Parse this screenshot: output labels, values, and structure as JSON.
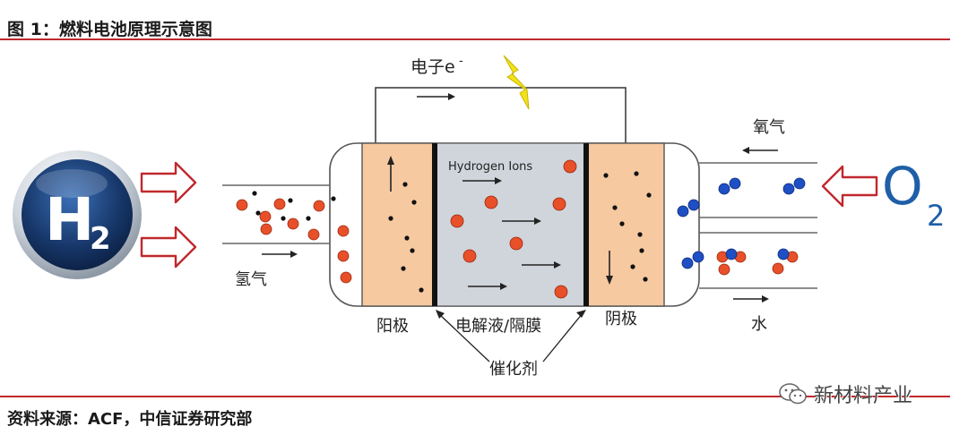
{
  "header": {
    "title": "图 1：燃料电池原理示意图"
  },
  "footer": {
    "source": "资料来源：ACF，中信证券研究部"
  },
  "watermark": {
    "text": "新材料产业"
  },
  "diagram": {
    "h2_badge": "H",
    "h2_sub": "2",
    "o2_label": "O",
    "o2_sub": "2",
    "electron_label": "电子e",
    "electron_sup": "-",
    "hydrogen_ions_label": "Hydrogen Ions",
    "oxygen_gas_label": "氧气",
    "hydrogen_gas_label": "氢气",
    "anode_label": "阳极",
    "electrolyte_label": "电解液/隔膜",
    "cathode_label": "阴极",
    "water_label": "水",
    "catalyst_label": "催化剂"
  },
  "colors": {
    "accent_red": "#c0282d",
    "electrode": "#f6c9a0",
    "electrolyte": "#cfd5db",
    "h2_badge": "#1b3f78",
    "o2_text": "#1f5fa8",
    "proton": "#e8502a",
    "oxygen_atom": "#1e4fc4",
    "bolt": "#f2e21b"
  }
}
